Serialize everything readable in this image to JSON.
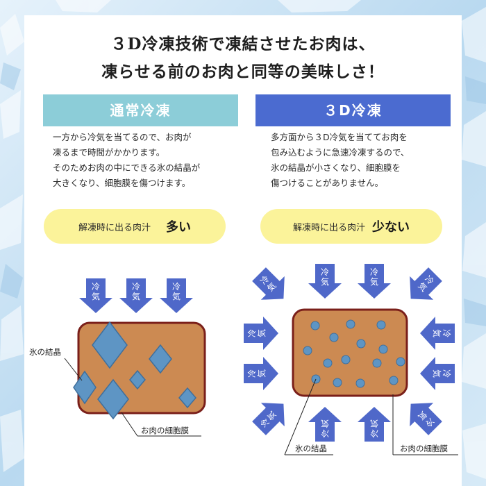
{
  "headline": {
    "line1": "３D冷凍技術で凍結させたお肉は、",
    "line2": "凍らせる前のお肉と同等の美味しさ！"
  },
  "normal": {
    "title": "通常冷凍",
    "desc": [
      "一方から冷気を当てるので、お肉が",
      "凍るまで時間がかかります。",
      "そのためお肉の中にできる氷の結晶が",
      "大きくなり、細胞膜を傷つけます。"
    ],
    "drip_label": "解凍時に出る肉汁",
    "drip_value": "多い",
    "arrow_label": "冷気",
    "crystal_label": "氷の結晶",
    "membrane_label": "お肉の細胞膜"
  },
  "three_d": {
    "title": "３D冷凍",
    "desc": [
      "多方面から３D冷気を当ててお肉を",
      "包み込むように急速冷凍するので、",
      "氷の結晶が小さくなり、細胞膜を",
      "傷つけることがありません。"
    ],
    "drip_label": "解凍時に出る肉汁",
    "drip_value": "少ない",
    "arrow_label": "冷気",
    "crystal_label": "氷の結晶",
    "membrane_label": "お肉の細胞膜"
  },
  "colors": {
    "normal_header": "#8ccdd8",
    "three_d_header": "#4b6bd0",
    "arrow": "#4f68c9",
    "meat": "#cc8a52",
    "meat_border": "#7a1f1a",
    "crystal": "#5e95c4",
    "pill": "#fbf39a"
  }
}
